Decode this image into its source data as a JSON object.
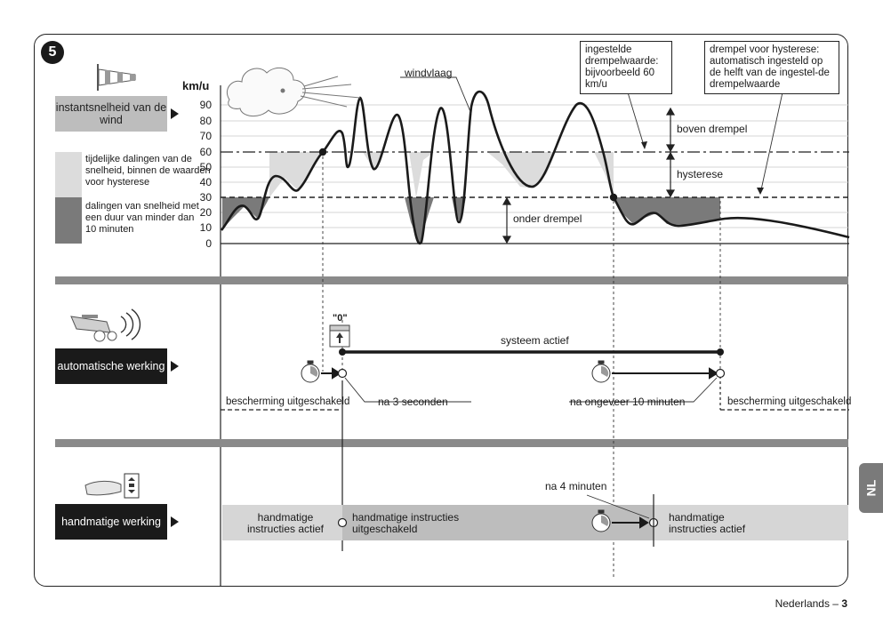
{
  "figure_number": "5",
  "unit_label": "km/u",
  "y_ticks": [
    "90",
    "80",
    "70",
    "60",
    "50",
    "40",
    "30",
    "20",
    "10",
    "0"
  ],
  "labels": {
    "instant_wind": "instantsnelheid van de wind",
    "temporary_drops": "tijdelijke dalingen van de snelheid, binnen de waarden voor hysterese",
    "speed_drops": "dalingen van snelheid met een duur van minder dan 10 minuten",
    "automatic_mode": "automatische werking",
    "manual_mode": "handmatige werking",
    "windvlaag": "windvlaag",
    "threshold_note": "ingestelde drempelwaarde: bijvoorbeeld 60 km/u",
    "hysteresis_note": "drempel voor hysterese: automatisch ingesteld op de helft van de ingestel-de drempelwaarde",
    "boven_drempel": "boven drempel",
    "hysterese": "hysterese",
    "onder_drempel": "onder drempel",
    "zero_label": "\"0\"",
    "systeem_actief": "systeem actief",
    "bescherming_left": "bescherming uitgeschakeld",
    "bescherming_right": "bescherming uitgeschakeld",
    "na_3_seconden": "na 3 seconden",
    "na_10_minuten": "na ongeveer 10 minuten",
    "na_4_minuten": "na 4 minuten",
    "handmatige_actief_left": "handmatige instructies actief",
    "handmatige_uitgeschakeld": "handmatige instructies uitgeschakeld",
    "handmatige_actief_right": "handmatige instructies actief"
  },
  "side_tab": "NL",
  "footer": {
    "text": "Nederlands – ",
    "page": "3"
  },
  "icons": [
    "windsock-icon",
    "wind-cloud-icon",
    "sensor-icon",
    "stopwatch-icon",
    "finger-button-icon",
    "roller-shutter-icon"
  ]
}
